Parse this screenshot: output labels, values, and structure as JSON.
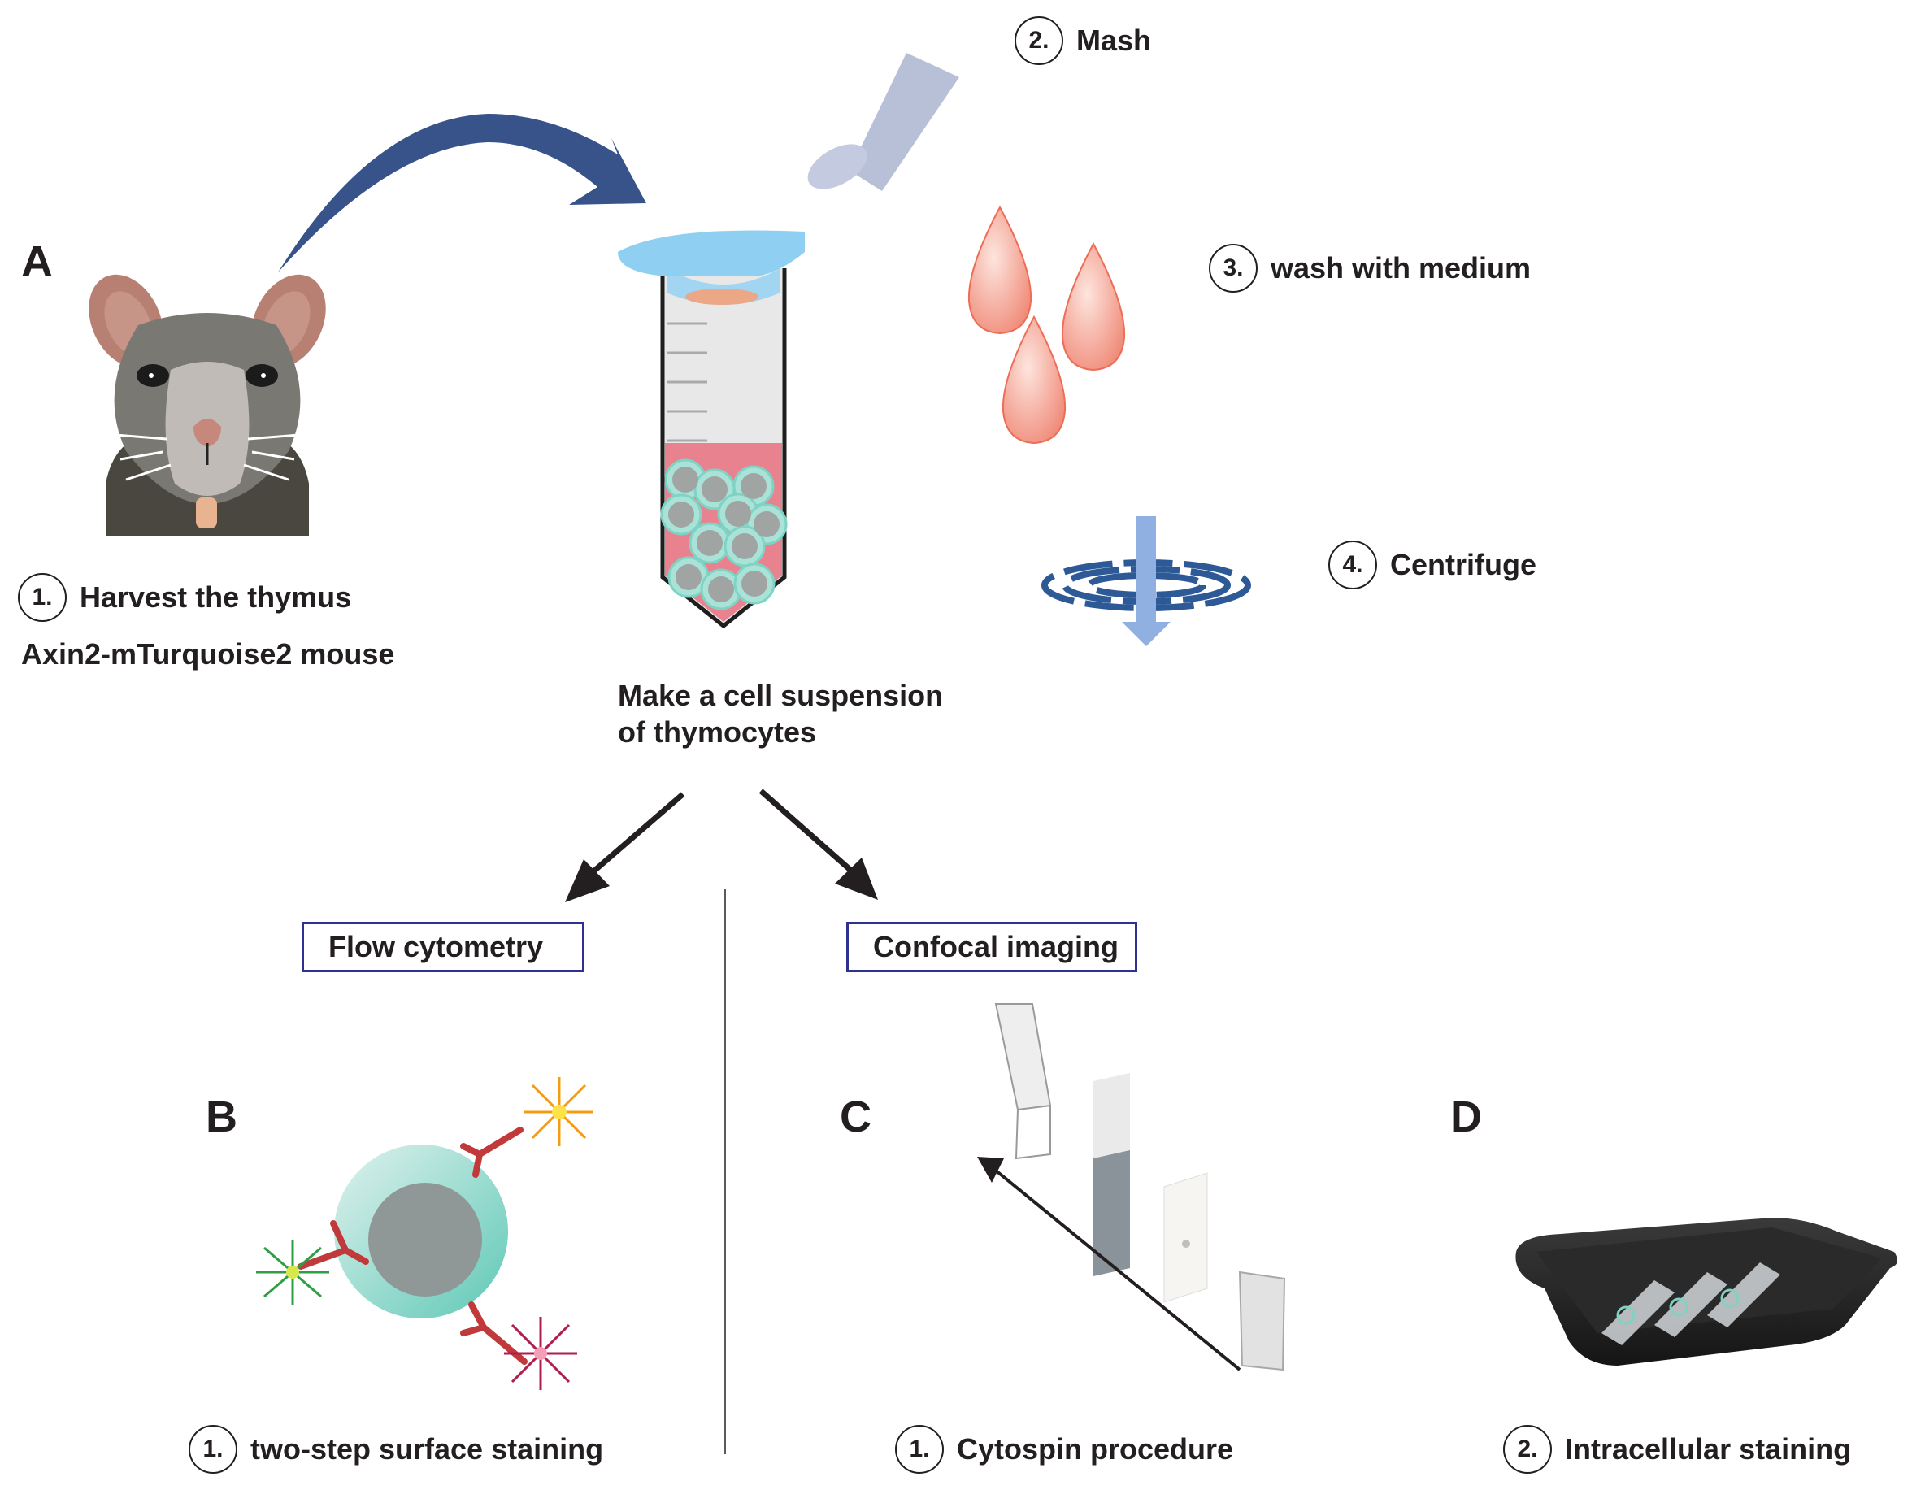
{
  "figure": {
    "panels": {
      "A": "A",
      "B": "B",
      "C": "C",
      "D": "D"
    },
    "panel_a": {
      "steps": [
        {
          "number": "1.",
          "label": "Harvest the thymus"
        },
        {
          "number": "2.",
          "label": "Mash"
        },
        {
          "number": "3.",
          "label": "wash with medium"
        },
        {
          "number": "4.",
          "label": "Centrifuge"
        }
      ],
      "mouse_label": "Axin2-mTurquoise2 mouse",
      "suspension_label_line1": "Make a cell suspension",
      "suspension_label_line2": "of thymocytes"
    },
    "branches": {
      "left": "Flow cytometry",
      "right": "Confocal imaging"
    },
    "panel_b": {
      "number": "1.",
      "label": "two-step surface staining"
    },
    "panel_c": {
      "number": "1.",
      "label": "Cytospin procedure"
    },
    "panel_d": {
      "number": "2.",
      "label": "Intracellular staining"
    },
    "colors": {
      "curved_arrow": "#37538a",
      "box_border": "#2e3192",
      "tube_medium": "#e8828f",
      "cell_membrane": "#7fd3c4",
      "cell_nucleus": "#8f9896",
      "droplet": "#f08a78",
      "antibody": "#c0393b",
      "tray": "#1e1e1e"
    }
  }
}
